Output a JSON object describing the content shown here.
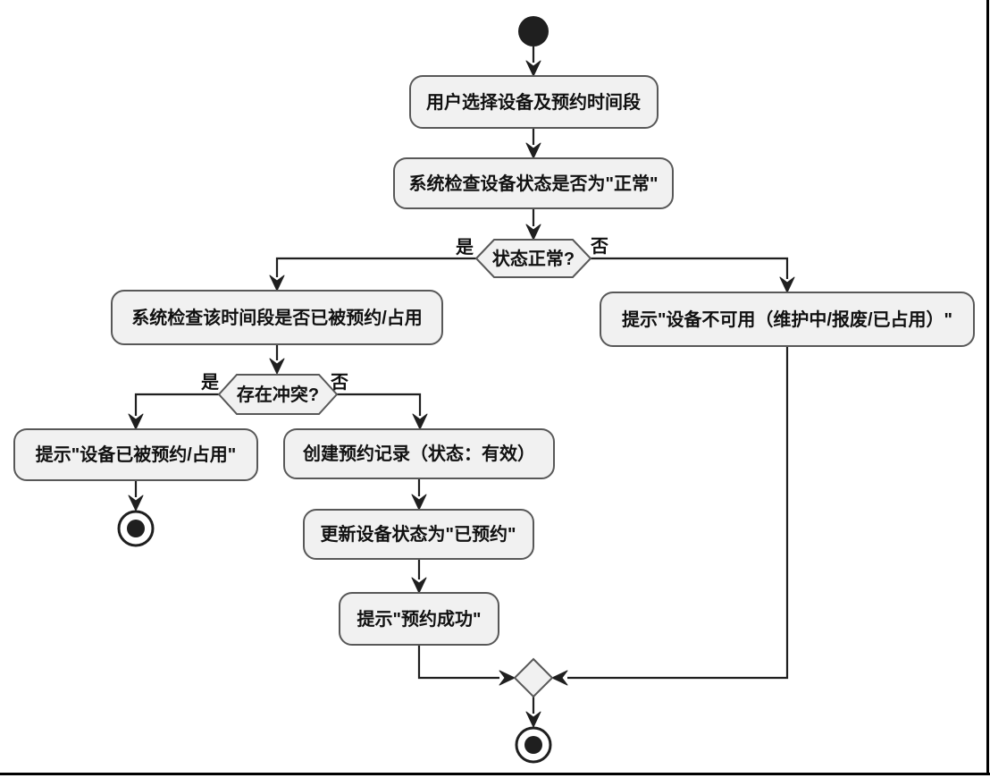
{
  "diagram": {
    "type": "activity-flowchart",
    "colors": {
      "node_fill": "#f1f1f1",
      "node_border": "#585858",
      "line": "#1f1f1f",
      "text": "#111111",
      "start_fill": "#1f1f1f"
    },
    "nodes": {
      "a1": {
        "label": "用户选择设备及预约时间段"
      },
      "a2": {
        "label": "系统检查设备状态是否为\"正常\""
      },
      "d1": {
        "label": "状态正常?",
        "yes": "是",
        "no": "否"
      },
      "a3": {
        "label": "系统检查该时间段是否已被预约/占用"
      },
      "d2": {
        "label": "存在冲突?",
        "yes": "是",
        "no": "否"
      },
      "a4": {
        "label": "提示\"设备已被预约/占用\""
      },
      "a5": {
        "label": "创建预约记录（状态：有效）"
      },
      "a6": {
        "label": "更新设备状态为\"已预约\""
      },
      "a7": {
        "label": "提示\"预约成功\""
      },
      "a8": {
        "label": "提示\"设备不可用（维护中/报废/已占用）\""
      }
    }
  }
}
